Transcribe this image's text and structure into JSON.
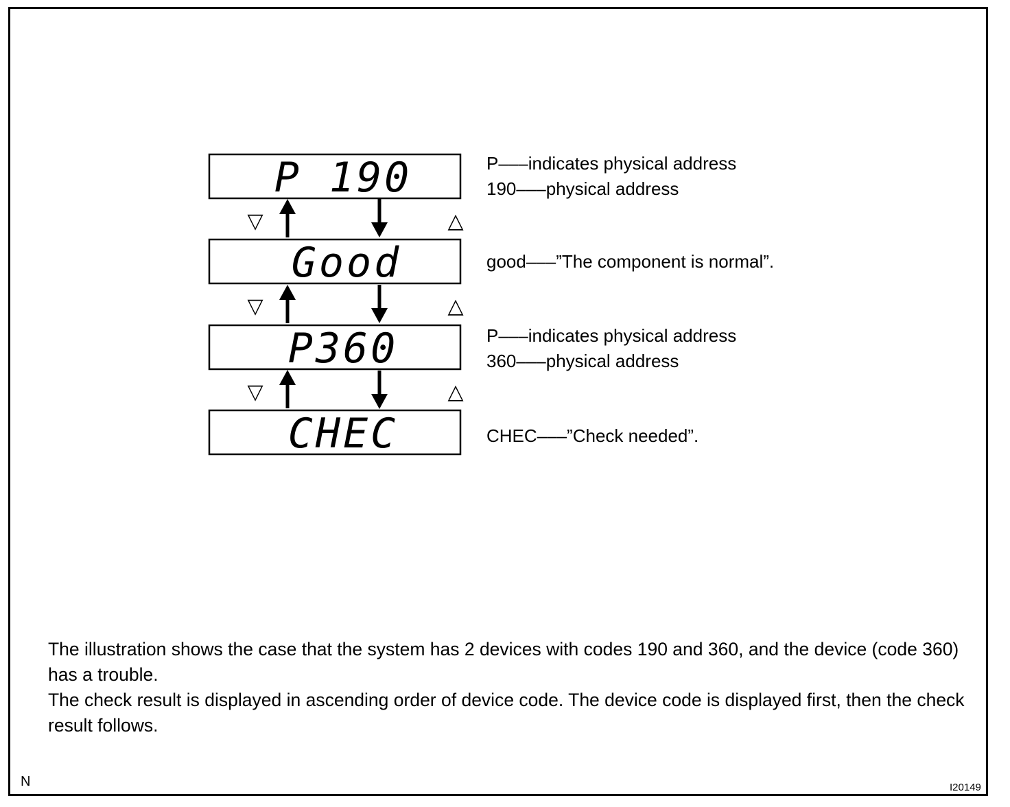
{
  "displays": [
    {
      "text": "P 190",
      "lines": [
        "P–––indicates physical address",
        "190–––physical address"
      ]
    },
    {
      "text": "Good",
      "lines": [
        "good–––”The component is normal”."
      ]
    },
    {
      "text": "P360",
      "lines": [
        "P–––indicates physical address",
        "360–––physical address"
      ]
    },
    {
      "text": "CHEC",
      "lines": [
        "CHEC–––”Check needed”."
      ]
    }
  ],
  "buttons": {
    "down_symbol": "▽",
    "up_symbol": "△"
  },
  "caption": {
    "paragraph1": "The illustration shows the case that the system has 2 devices with codes 190 and 360, and the device (code 360) has a trouble.",
    "paragraph2": "The check result is displayed in ascending order of device code. The device code is displayed first, then the check result follows."
  },
  "corner_left": "N",
  "figure_id": "I20149"
}
